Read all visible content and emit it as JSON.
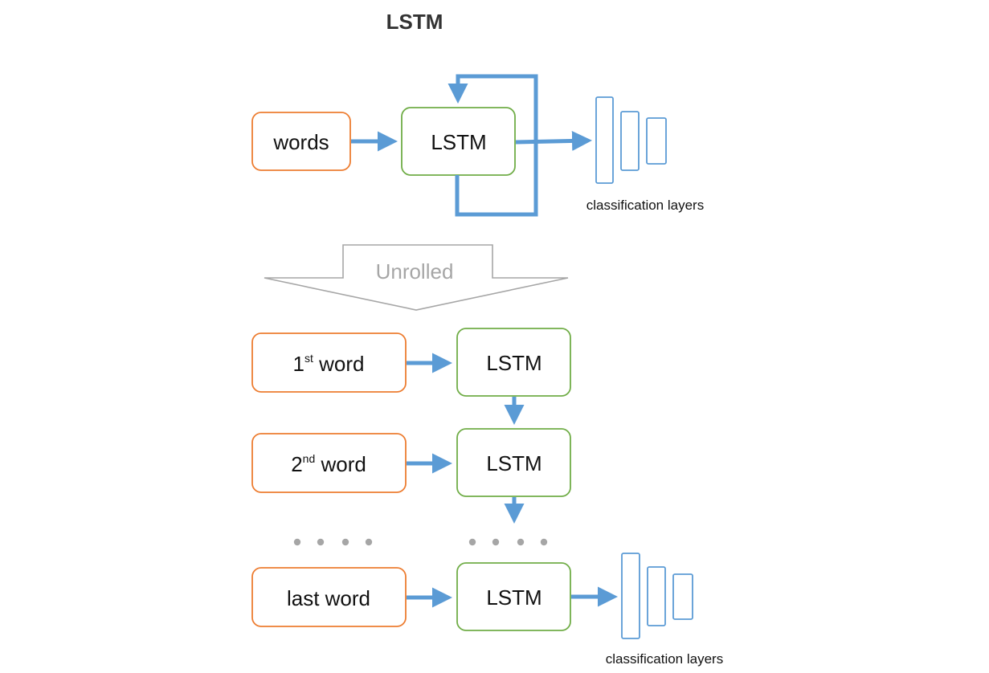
{
  "title": "LSTM",
  "top": {
    "input_label": "words",
    "lstm_label": "LSTM",
    "classifier_label": "classification layers"
  },
  "unrolled_label": "Unrolled",
  "rows": [
    {
      "ordinal": "1",
      "suffix": "st",
      "word": " word",
      "lstm_label": "LSTM"
    },
    {
      "ordinal": "2",
      "suffix": "nd",
      "word": " word",
      "lstm_label": "LSTM"
    },
    {
      "label": "last word",
      "lstm_label": "LSTM"
    }
  ],
  "bottom_classifier_label": "classification layers",
  "colors": {
    "input_border": "#ED7D31",
    "lstm_border": "#70AD47",
    "arrow": "#5B9BD5",
    "classifier": "#5B9BD5",
    "unrolled_arrow": "#A6A6A6",
    "dots": "#A6A6A6"
  }
}
